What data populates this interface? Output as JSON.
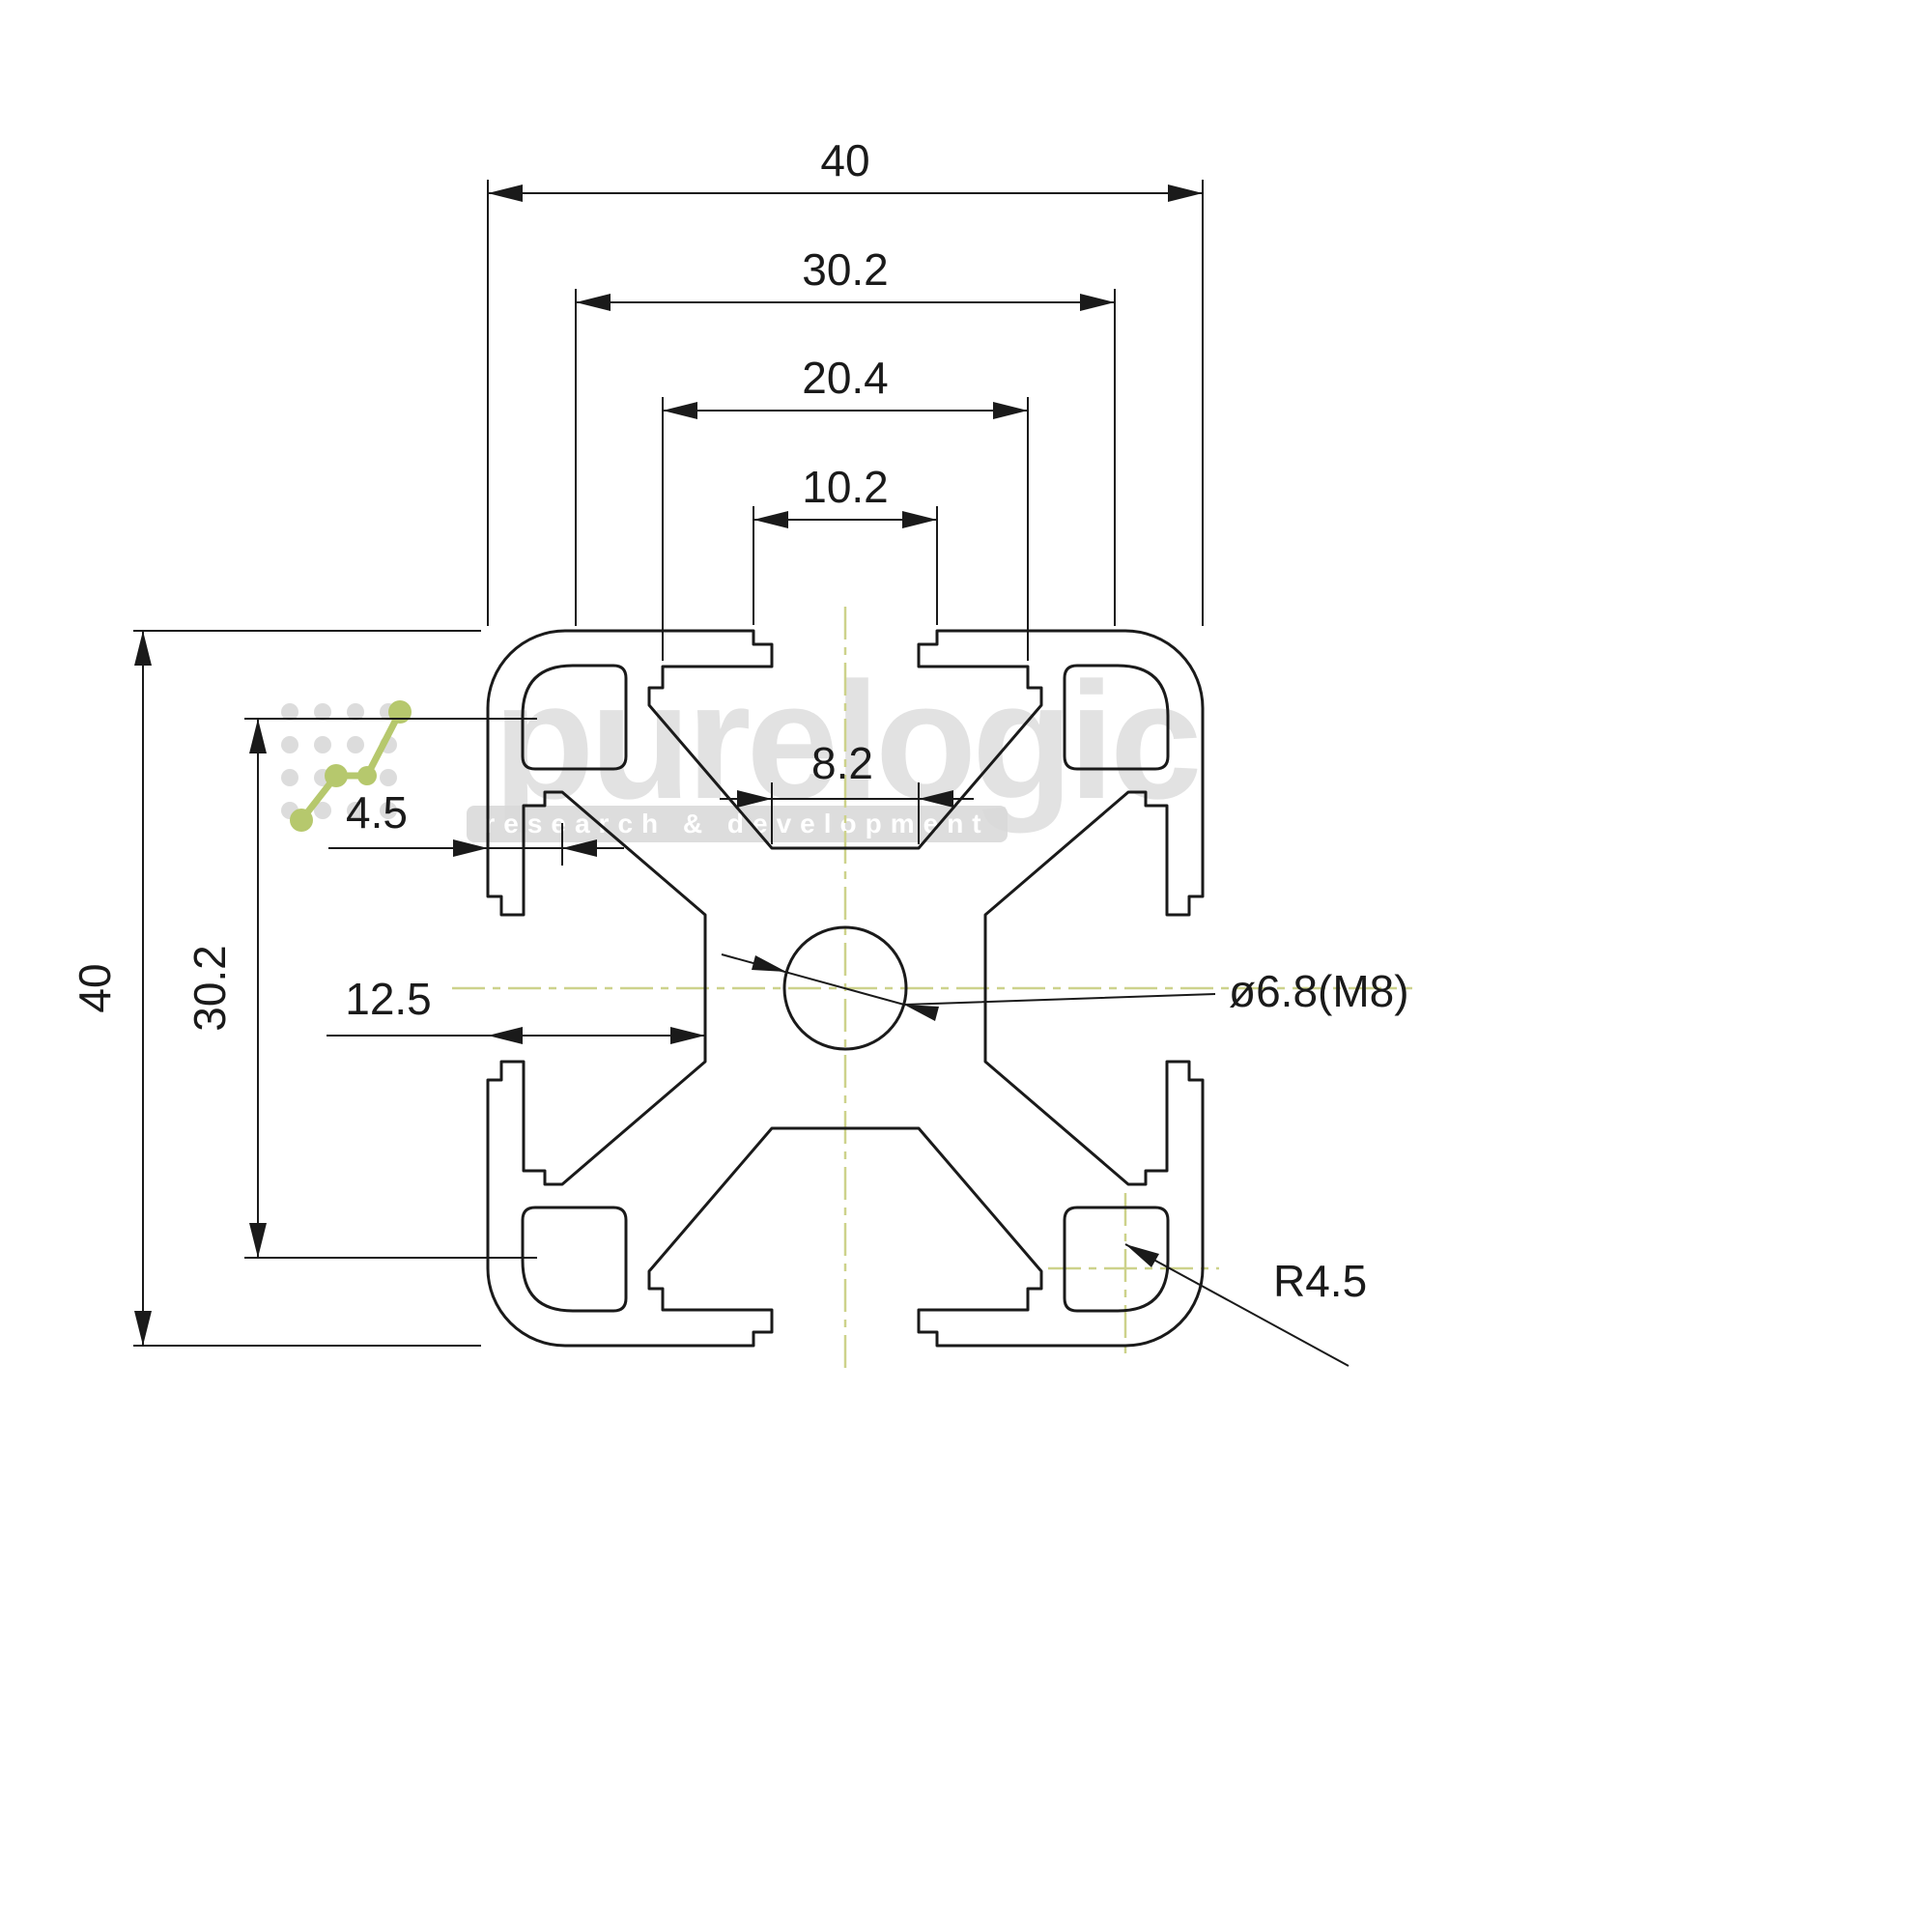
{
  "watermark": {
    "brand": "purelogic",
    "tagline": "research & development",
    "brand_color": "#e0e0e0",
    "accent_color": "#b6c86d",
    "bar_color": "#d9d9d9"
  },
  "dimensions": {
    "overall_width": "40",
    "overall_height": "40",
    "slot_span_width": "30.2",
    "slot_span_height": "30.2",
    "chamber_width": "20.4",
    "groove_outer_width": "10.2",
    "slot_opening": "8.2",
    "lip_width": "4.5",
    "slot_offset": "12.5",
    "center_hole": "ø6.8(M8)",
    "corner_radius": "R4.5"
  },
  "style": {
    "line_color": "#1a1a1a",
    "centerline_color": "#cdd28b"
  }
}
